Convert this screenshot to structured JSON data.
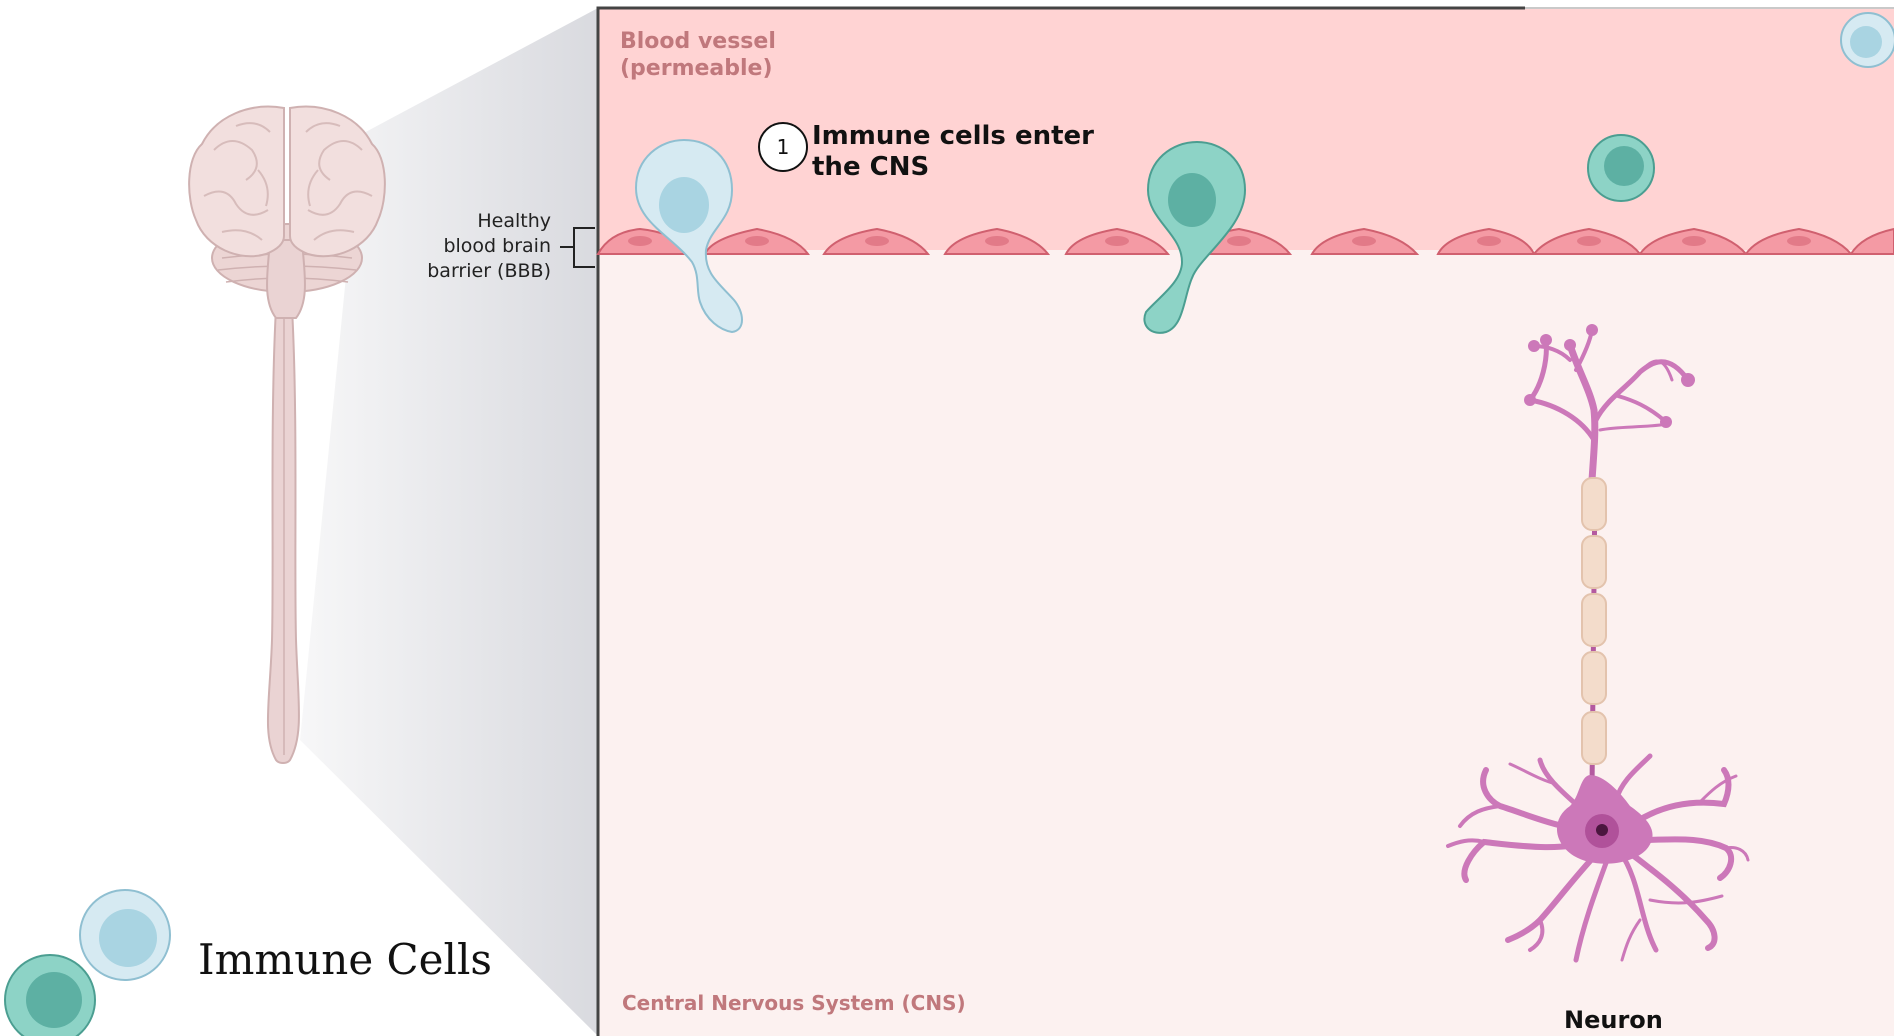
{
  "labels": {
    "blood_vessel": "Blood vessel",
    "blood_vessel_note": "(permeable)",
    "step_number": "1",
    "step_title_line1": "Immune cells enter",
    "step_title_line2": "the CNS",
    "bbb_line1": "Healthy",
    "bbb_line2": "blood brain",
    "bbb_line3": "barrier (BBB)",
    "cns": "Central Nervous System (CNS)",
    "neuron": "Neuron",
    "legend": "Immune Cells"
  },
  "colors": {
    "vessel": "#ffd3d3",
    "cns": "#fcf1f0",
    "endothelial": "#f49aa4",
    "immune_light": "#d6eaf2",
    "immune_teal": "#8dd3c6",
    "neuron": "#cc78b9",
    "myelin": "#f3dccb",
    "brain": "#f2dfde"
  },
  "icons": [
    "brain-spinal-cord-icon",
    "immune-cell-icon",
    "neuron-icon",
    "endothelial-cell-icon"
  ]
}
